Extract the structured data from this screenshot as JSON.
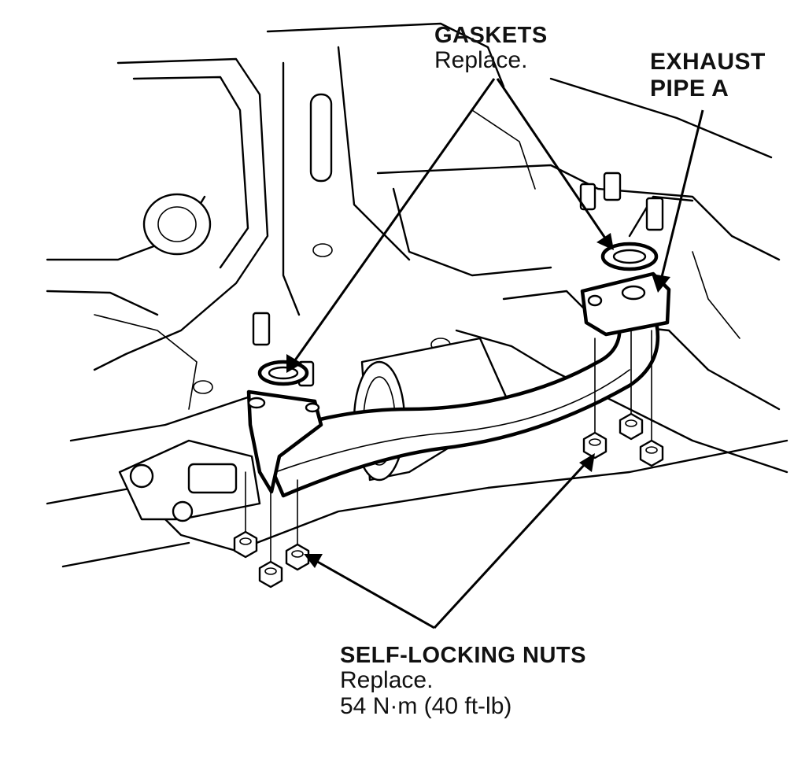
{
  "callouts": {
    "gaskets": {
      "title": "GASKETS",
      "note": "Replace."
    },
    "exhaust_pipe": {
      "line1": "EXHAUST",
      "line2": "PIPE A"
    },
    "self_locking_nuts": {
      "title": "SELF-LOCKING NUTS",
      "note": "Replace.",
      "torque": "54 N·m (40 ft-lb)"
    }
  }
}
